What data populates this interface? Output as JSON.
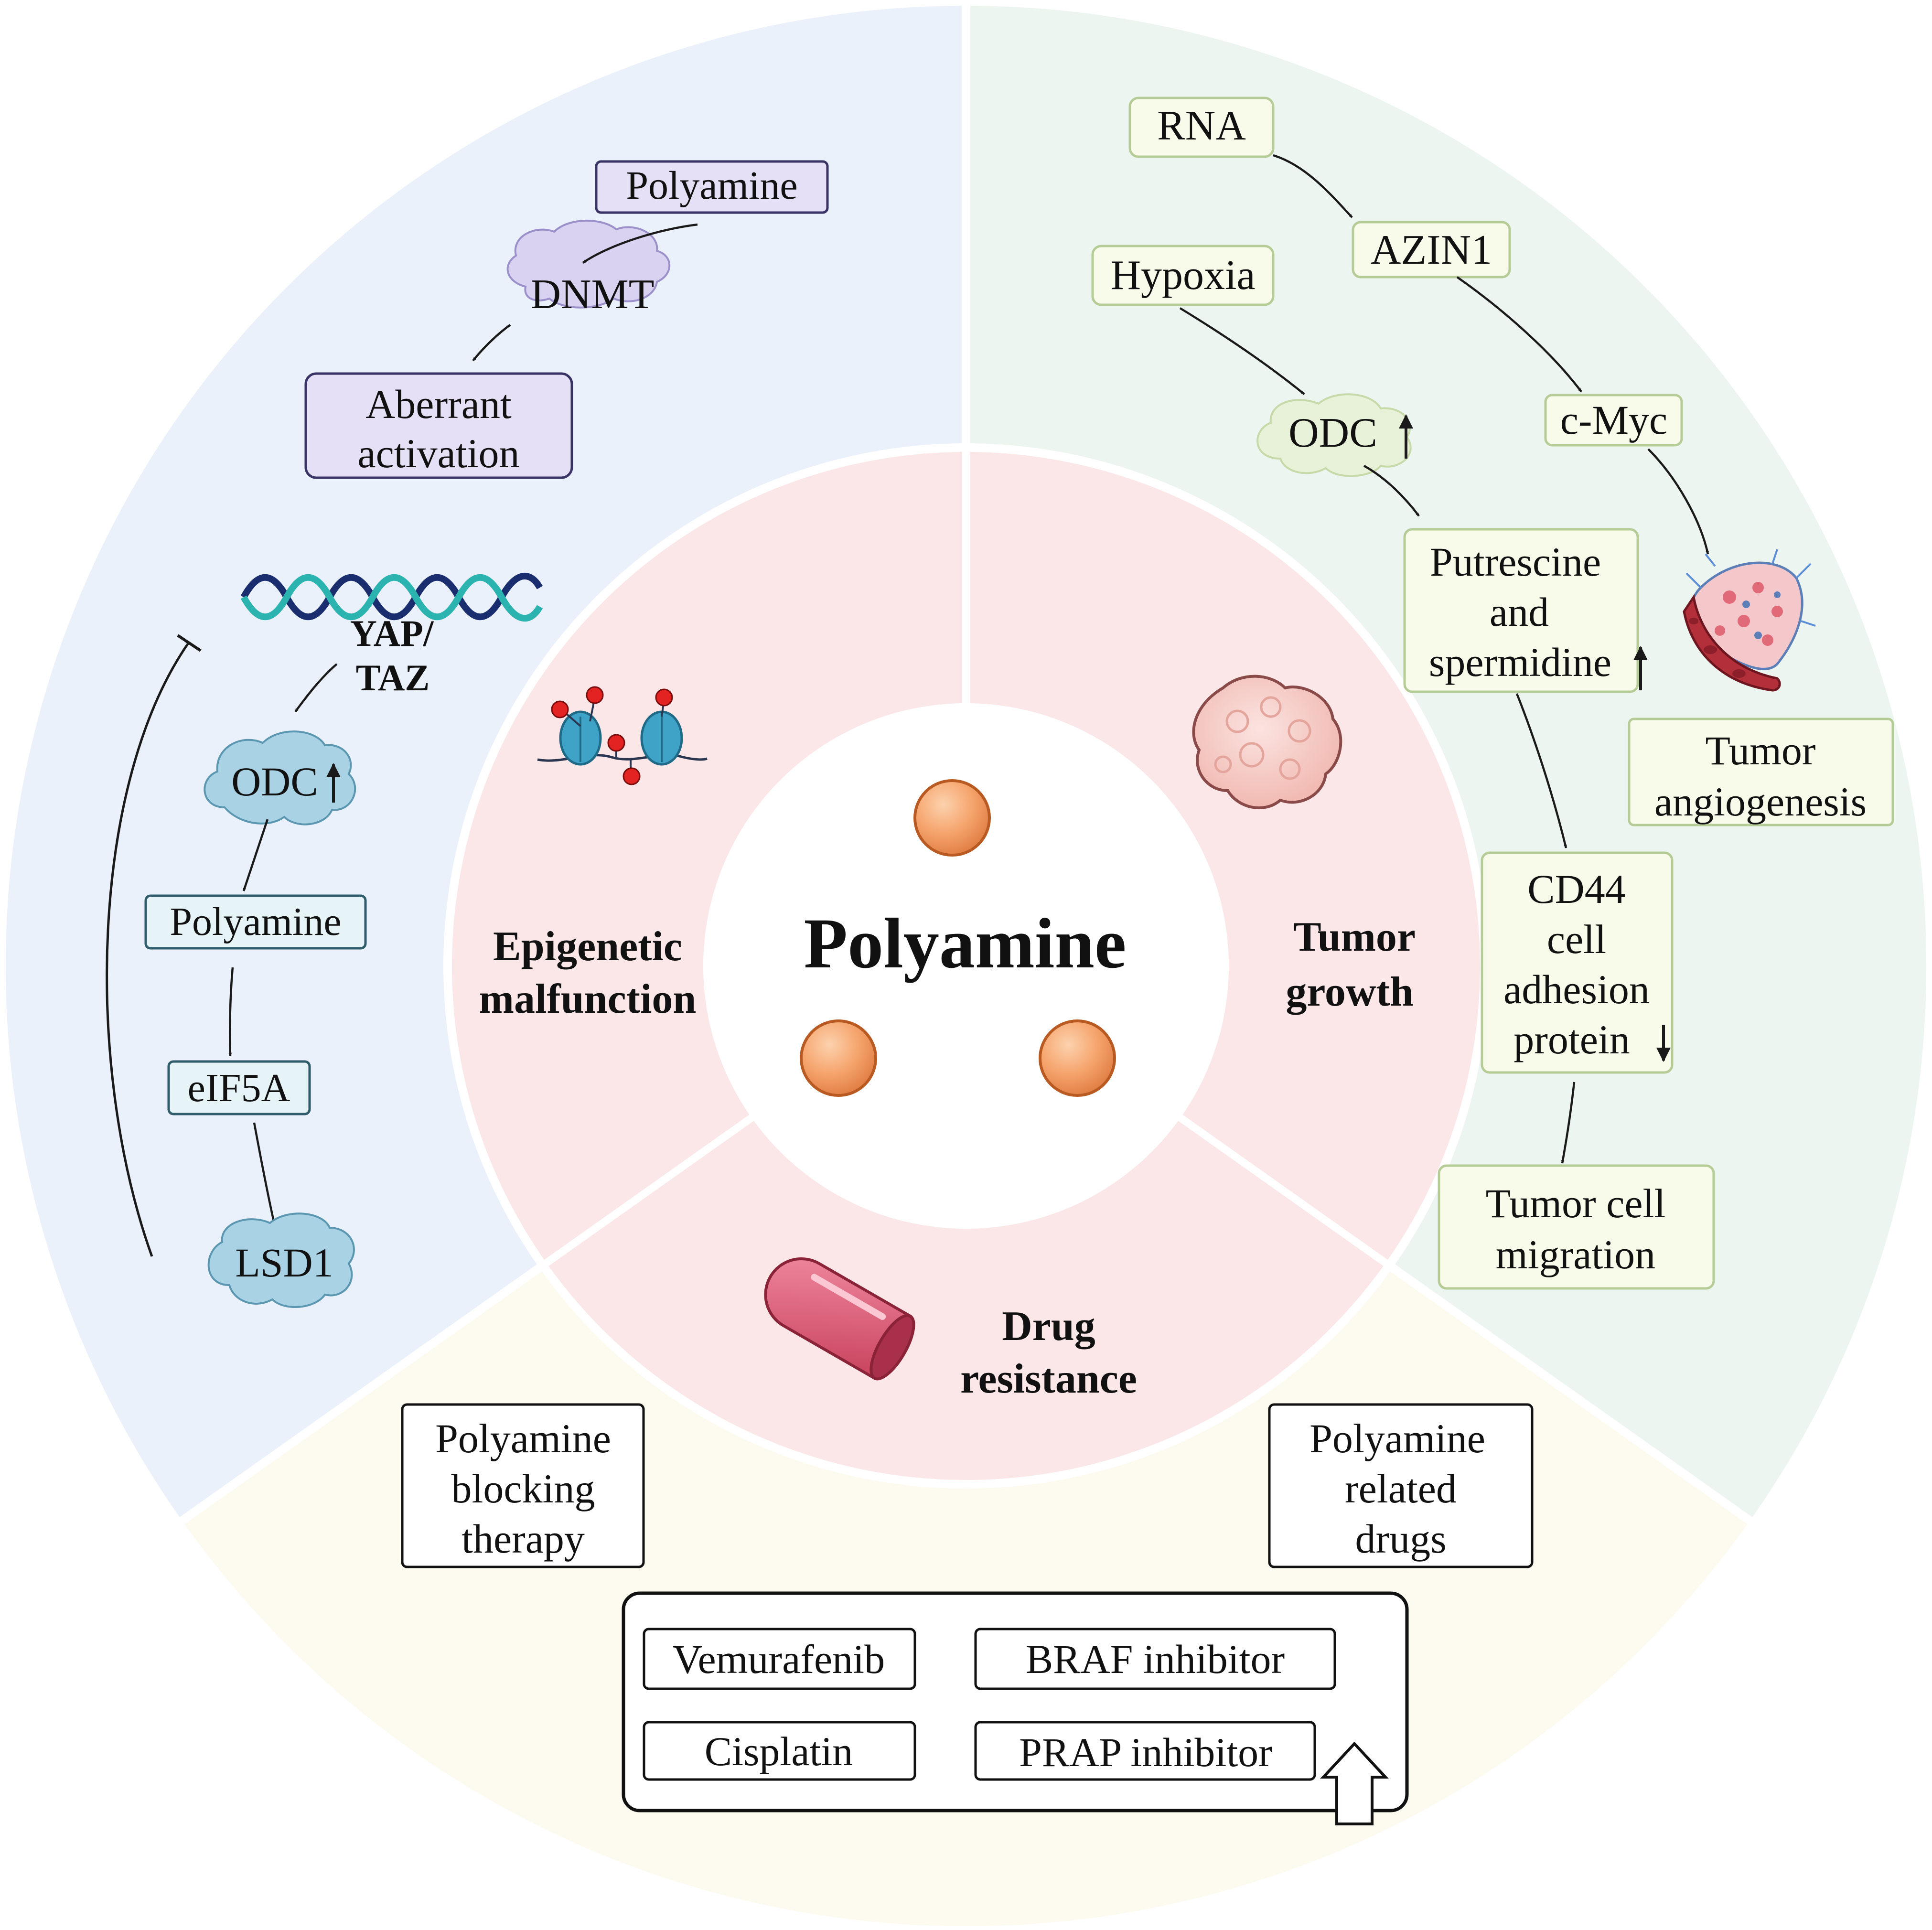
{
  "center": {
    "title": "Polyamine"
  },
  "inner_labels": {
    "epigenetic": [
      "Epigenetic",
      "malfunction"
    ],
    "tumor": [
      "Tumor",
      "growth"
    ],
    "drug": [
      "Drug",
      "resistance"
    ]
  },
  "epigenetic_panel": {
    "polyamine_top": "Polyamine",
    "dnmt": "DNMT",
    "aberrant": [
      "Aberrant",
      "activation"
    ],
    "yap_taz": [
      "YAP/",
      "TAZ"
    ],
    "odc": "ODC",
    "polyamine_mid": "Polyamine",
    "eif5a": "eIF5A",
    "lsd1": "LSD1"
  },
  "tumor_panel": {
    "rna": "RNA",
    "azin1": "AZIN1",
    "hypoxia": "Hypoxia",
    "odc": "ODC",
    "cmyc": "c-Myc",
    "putrescine": [
      "Putrescine",
      "and",
      "spermidine"
    ],
    "angiogenesis": [
      "Tumor",
      "angiogenesis"
    ],
    "cd44": [
      "CD44",
      "cell",
      "adhesion",
      "protein"
    ],
    "migration": [
      "Tumor cell",
      "migration"
    ]
  },
  "drug_panel": {
    "blocking": [
      "Polyamine",
      "blocking",
      "therapy"
    ],
    "related": [
      "Polyamine",
      "related",
      "drugs"
    ],
    "drugs": [
      "Vemurafenib",
      "BRAF inhibitor",
      "Cisplatin",
      "PRAP inhibitor"
    ]
  },
  "colors": {
    "epigenetic_bg": "#eaf1fb",
    "tumor_bg": "#edf5f1",
    "drug_bg": "#fdfbf0",
    "inner_ring": "#fbe7e8",
    "red_label": "#c0393b",
    "purple_box": "#e5e0f5",
    "purple_stroke": "#3a3366",
    "teal_box": "#e6f4f8",
    "teal_stroke": "#2f5d6b",
    "green_box": "#f8fbea",
    "green_stroke": "#b6cc96",
    "sphere": "#f6a56e"
  }
}
